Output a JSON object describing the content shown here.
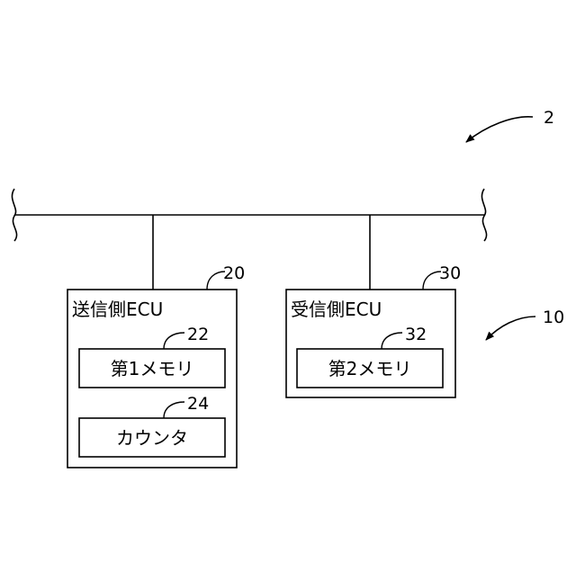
{
  "figure": {
    "system_ref": "2",
    "network_ref": "10",
    "sender_ecu": {
      "ref": "20",
      "title": "送信側ECU",
      "memory": {
        "ref": "22",
        "label": "第1メモリ"
      },
      "counter": {
        "ref": "24",
        "label": "カウンタ"
      }
    },
    "receiver_ecu": {
      "ref": "30",
      "title": "受信側ECU",
      "memory": {
        "ref": "32",
        "label": "第2メモリ"
      }
    }
  }
}
